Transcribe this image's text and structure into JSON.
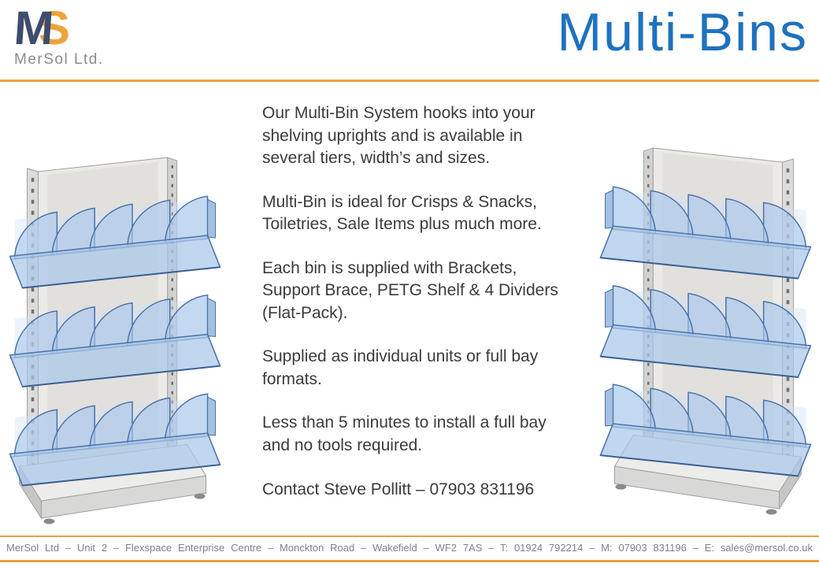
{
  "theme": {
    "accent_orange": "#E8A23C",
    "title_blue": "#1E72BE",
    "logo_navy": "#3E4C6D",
    "logo_orange": "#EDA33B",
    "bin_blue": "#A9C7EA",
    "text_dark": "#3B3B3B",
    "footer_grey": "#818181"
  },
  "header": {
    "logo": {
      "letter_m": "M",
      "letter_s": "S",
      "company": "MerSol Ltd."
    },
    "title": "Multi-Bins"
  },
  "body": {
    "paragraphs": [
      "Our Multi-Bin System hooks into your shelving uprights and is available in several tiers, width’s and sizes.",
      "Multi-Bin is ideal for Crisps & Snacks, Toiletries, Sale Items plus much more.",
      "Each bin is supplied with Brackets, Support Brace, PETG Shelf & 4 Dividers (Flat-Pack).",
      "Supplied as individual units or full bay formats.",
      "Less than 5 minutes to install a full bay and no tools required.",
      "Contact Steve Pollitt – 07903 831196"
    ]
  },
  "illustrations": {
    "left": "Three-tier Multi-Bin shelving unit, angled left view",
    "right": "Three-tier Multi-Bin shelving unit, angled right view"
  },
  "footer": {
    "text": "MerSol Ltd – Unit 2 – Flexspace Enterprise Centre – Monckton Road – Wakefield – WF2 7AS – T: 01924 792214 – M: 07903 831196 – E: sales@mersol.co.uk"
  }
}
